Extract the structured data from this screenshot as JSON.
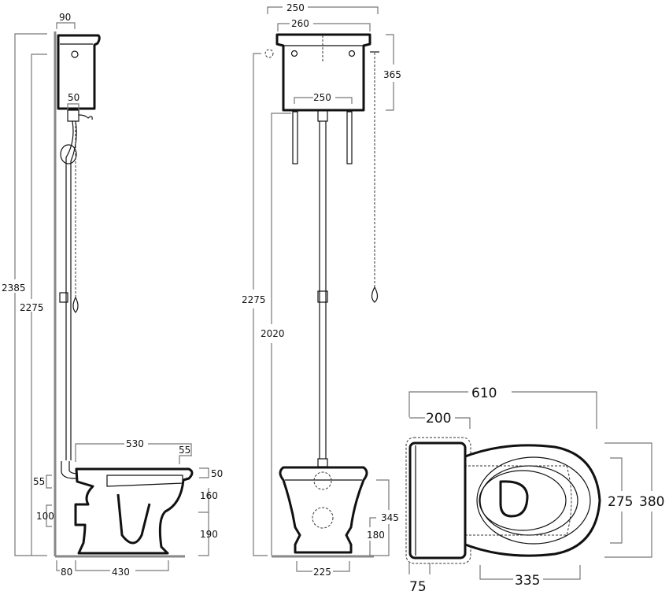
{
  "side_view": {
    "dims": {
      "tank_depth": "90",
      "flush_pipe": "50",
      "total_height": "2385",
      "tank_base_height": "2275",
      "bowl_length": "530",
      "rim_overhang": "55",
      "rim_thickness": "50",
      "inlet_height": "55",
      "bowl_mid": "160",
      "outlet_height": "100",
      "base_height": "190",
      "wall_gap": "80",
      "base_length": "430"
    }
  },
  "front_view": {
    "dims": {
      "bracket_spacing_top": "250",
      "tank_width": "260",
      "tank_height": "365",
      "bracket_spacing": "250",
      "tank_top_height": "2275",
      "tank_bottom_height": "2020",
      "bowl_height": "345",
      "outlet_center": "180",
      "base_width": "225"
    }
  },
  "top_view": {
    "dims": {
      "overall_length": "610",
      "seat_back": "200",
      "seat_width": "275",
      "bowl_width": "380",
      "wall_gap": "75",
      "base_length": "335"
    }
  }
}
